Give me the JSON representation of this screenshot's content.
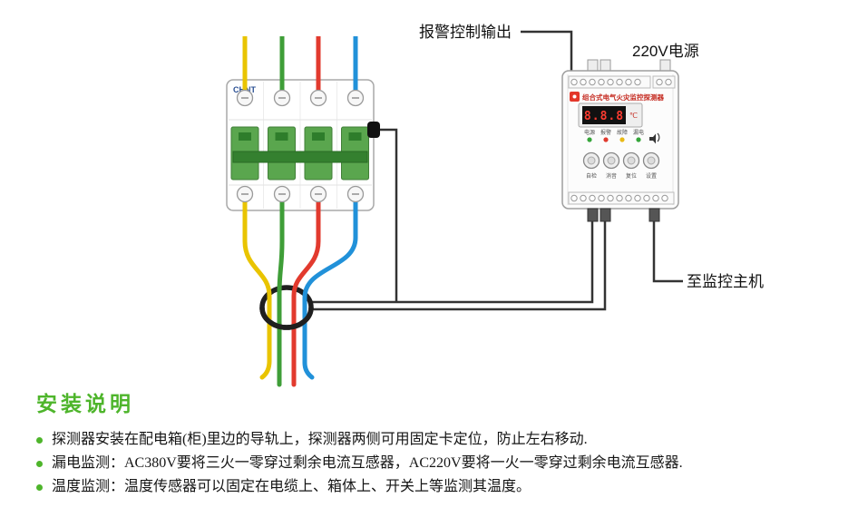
{
  "diagram": {
    "labels": {
      "alarm_output": "报警控制输出",
      "power": "220V电源",
      "to_host": "至监控主机"
    },
    "breaker": {
      "brand": "CHNT"
    },
    "detector": {
      "title": "组合式电气火灾监控探测器",
      "display_value": "8.8.8",
      "display_unit": "℃",
      "indicators": [
        {
          "label": "电源",
          "color": "#35a53a"
        },
        {
          "label": "报警",
          "color": "#e03a2e"
        },
        {
          "label": "故障",
          "color": "#e9b915"
        },
        {
          "label": "漏电",
          "color": "#35a53a"
        }
      ],
      "buttons": [
        "自检",
        "消音",
        "复位",
        "设置"
      ]
    },
    "wire_colors": {
      "yellow": "#e9c400",
      "green": "#3f9e38",
      "red": "#e23a2e",
      "blue": "#2191d9"
    },
    "line_color": "#333333",
    "accent_green": "#4eb52b"
  },
  "instructions": {
    "heading": "安装说明",
    "items": [
      "探测器安装在配电箱(柜)里边的导轨上，探测器两侧可用固定卡定位，防止左右移动.",
      "漏电监测：AC380V要将三火一零穿过剩余电流互感器，AC220V要将一火一零穿过剩余电流互感器.",
      "温度监测：温度传感器可以固定在电缆上、箱体上、开关上等监测其温度。"
    ]
  }
}
